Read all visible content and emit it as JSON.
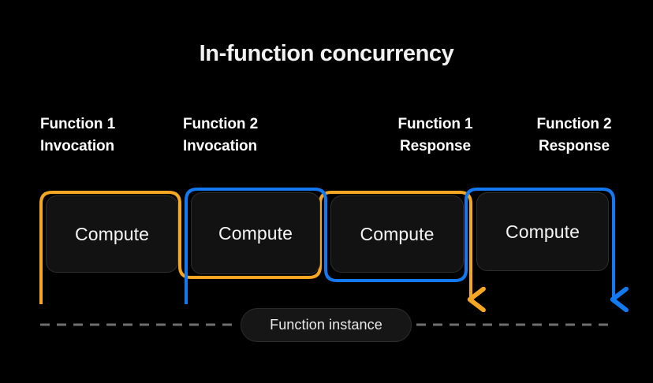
{
  "diagram": {
    "title": "In-function concurrency",
    "background_color": "#000000",
    "accent_orange": "#F5A623",
    "accent_blue": "#1479F0",
    "box_fill": "#121212",
    "box_border": "#2E2E2E",
    "dash_color": "#6E6E6E",
    "type": "timeline-flow",
    "labels": [
      {
        "name": "function-1-invocation",
        "line1": "Function 1",
        "line2": "Invocation",
        "align": "left"
      },
      {
        "name": "function-2-invocation",
        "line1": "Function 2",
        "line2": "Invocation",
        "align": "left"
      },
      {
        "name": "function-1-response",
        "line1": "Function 1",
        "line2": "Response",
        "align": "center"
      },
      {
        "name": "function-2-response",
        "line1": "Function 2",
        "line2": "Response",
        "align": "center"
      }
    ],
    "compute_boxes": [
      {
        "name": "compute-1",
        "label": "Compute",
        "outline_color": "#F5A623"
      },
      {
        "name": "compute-2",
        "label": "Compute",
        "outline_color": "#1479F0"
      },
      {
        "name": "compute-3",
        "label": "Compute",
        "outline_color": "#F5A623"
      },
      {
        "name": "compute-4",
        "label": "Compute",
        "outline_color": "#1479F0"
      }
    ],
    "flows": [
      {
        "name": "function-1-flow",
        "color": "#F5A623",
        "from": "Function 1 Invocation",
        "to": "Function 1 Response"
      },
      {
        "name": "function-2-flow",
        "color": "#1479F0",
        "from": "Function 2 Invocation",
        "to": "Function 2 Response"
      }
    ],
    "instance_pill": {
      "label": "Function instance"
    }
  }
}
